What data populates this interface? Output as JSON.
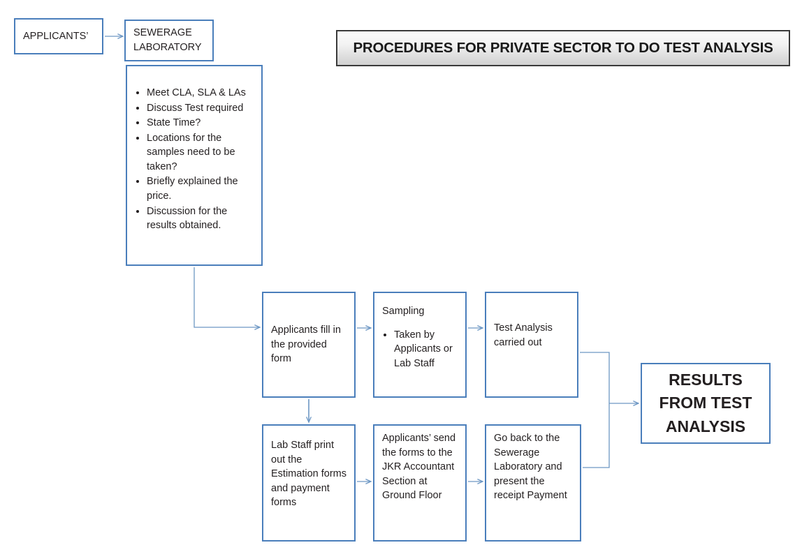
{
  "banner": {
    "title": "PROCEDURES FOR PRIVATE SECTOR TO DO TEST ANALYSIS",
    "border_color": "#3a3a3a",
    "fill_from": "#fcfcfc",
    "fill_to": "#d2d2d2"
  },
  "theme": {
    "box_border_color": "#4a7ebb",
    "connector_color": "#6d97c4",
    "text_color": "#231f20",
    "background": "#ffffff"
  },
  "nodes": {
    "applicants": {
      "label": "APPLICANTS’"
    },
    "sewerage": {
      "label": "SEWERAGE\nLABORATORY"
    },
    "checklist": {
      "bullets": [
        "Meet CLA, SLA & LAs",
        "Discuss Test required",
        "State Time?",
        "Locations for the samples need to be taken?",
        "Briefly explained the price.",
        "Discussion for the results obtained."
      ]
    },
    "fill_form": {
      "label": "Applicants fill in the provided form"
    },
    "sampling": {
      "heading": "Sampling",
      "bullets": [
        "Taken by Applicants or Lab Staff"
      ]
    },
    "test_analysis": {
      "label": "Test Analysis carried out"
    },
    "lab_staff_print": {
      "label": "Lab Staff print out the Estimation forms and payment forms"
    },
    "send_forms": {
      "label": "Applicants’ send the forms to the JKR Accountant Section at Ground Floor"
    },
    "go_back": {
      "label": "Go back to the Sewerage Laboratory and present the receipt Payment"
    },
    "results": {
      "label": "RESULTS FROM TEST ANALYSIS"
    }
  },
  "connectors": [
    {
      "name": "applicants-to-sewerage",
      "from": "applicants",
      "to": "sewerage",
      "style": "arrow"
    },
    {
      "name": "checklist-to-fill-form",
      "from": "checklist",
      "to": "fill_form",
      "style": "elbow-arrow"
    },
    {
      "name": "fill-form-to-sampling",
      "from": "fill_form",
      "to": "sampling",
      "style": "arrow"
    },
    {
      "name": "sampling-to-test-analysis",
      "from": "sampling",
      "to": "test_analysis",
      "style": "arrow"
    },
    {
      "name": "fill-form-to-lab-staff",
      "from": "fill_form",
      "to": "lab_staff_print",
      "style": "arrow-down"
    },
    {
      "name": "lab-staff-to-send-forms",
      "from": "lab_staff_print",
      "to": "send_forms",
      "style": "arrow"
    },
    {
      "name": "send-forms-to-go-back",
      "from": "send_forms",
      "to": "go_back",
      "style": "arrow"
    },
    {
      "name": "test-analysis-to-results",
      "from": "test_analysis",
      "to": "results",
      "style": "merge-elbow"
    },
    {
      "name": "go-back-to-results",
      "from": "go_back",
      "to": "results",
      "style": "merge-elbow"
    }
  ]
}
